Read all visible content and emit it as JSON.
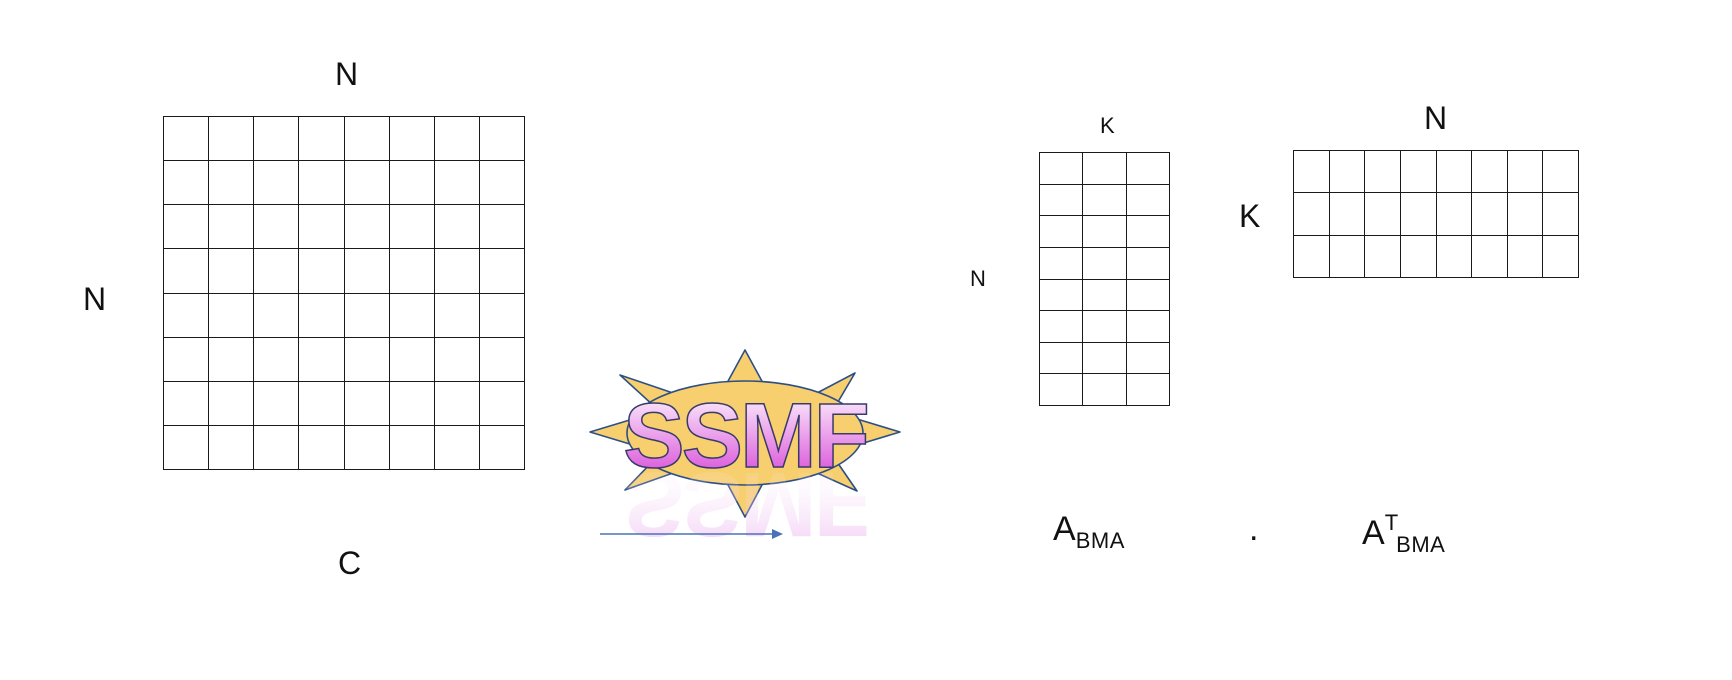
{
  "left_matrix": {
    "rows": 8,
    "cols": 8,
    "top_label": "N",
    "side_label": "N",
    "bottom_label": "C"
  },
  "logo": {
    "text": "SSMF",
    "colors": {
      "sun": "#f7cf6e",
      "sun_stroke": "#2d4f86",
      "letters_light": "#ffffff",
      "letters_dark": "#d63fd6",
      "letters_stroke": "#3a3a6a"
    }
  },
  "arrow": {
    "color": "#4a72b8"
  },
  "a_matrix": {
    "rows": 8,
    "cols": 3,
    "top_label": "K",
    "side_label": "N",
    "caption_main": "A",
    "caption_sub": "BMA"
  },
  "dot_operator": ".",
  "at_matrix": {
    "rows": 3,
    "cols": 8,
    "top_label": "N",
    "side_label": "K",
    "caption_main": "A",
    "caption_sup": "T",
    "caption_sub": "BMA"
  }
}
